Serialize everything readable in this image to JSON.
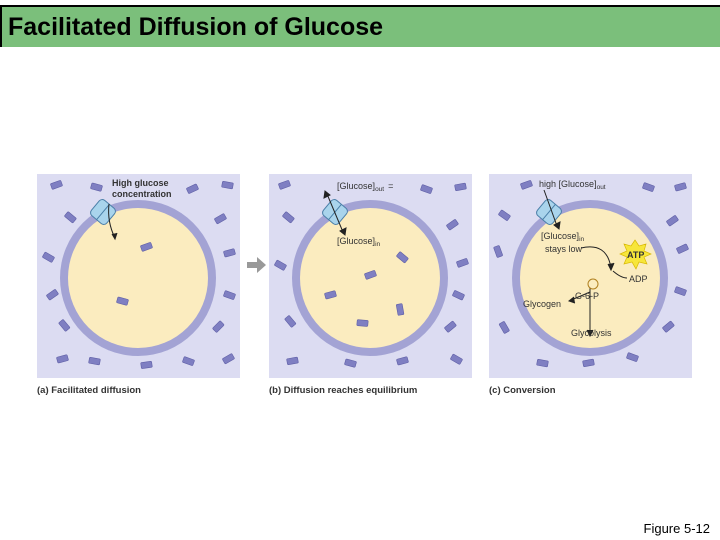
{
  "title": "Facilitated Diffusion of Glucose",
  "figure_label": "Figure 5-12",
  "colors": {
    "title_bar": "#7bbf7b",
    "extracellular": "#dcdcf2",
    "membrane": "#a3a3d4",
    "cytoplasm": "#fbecbf",
    "glucose": "#7f7fc2",
    "transporter": "#a9d4ec",
    "atp_burst": "#f7e63a"
  },
  "panels": [
    {
      "caption": "(a) Facilitated diffusion",
      "labels": {
        "line1": "High glucose",
        "line2": "concentration"
      }
    },
    {
      "caption": "(b) Diffusion reaches equilibrium",
      "labels": {
        "glucose_out": "Glucose",
        "out_sub": "out",
        "equals": "=",
        "glucose_in": "Glucose",
        "in_sub": "in"
      }
    },
    {
      "caption": "(c) Conversion",
      "labels": {
        "high": "high",
        "glucose_out": "Glucose",
        "out_sub": "out",
        "glucose_in": "Glucose",
        "in_sub": "in",
        "stays_low": "stays low",
        "atp": "ATP",
        "adp": "ADP",
        "g6p": "G-6-P",
        "glycogen": "Glycogen",
        "glycolysis": "Glycolysis"
      }
    }
  ]
}
